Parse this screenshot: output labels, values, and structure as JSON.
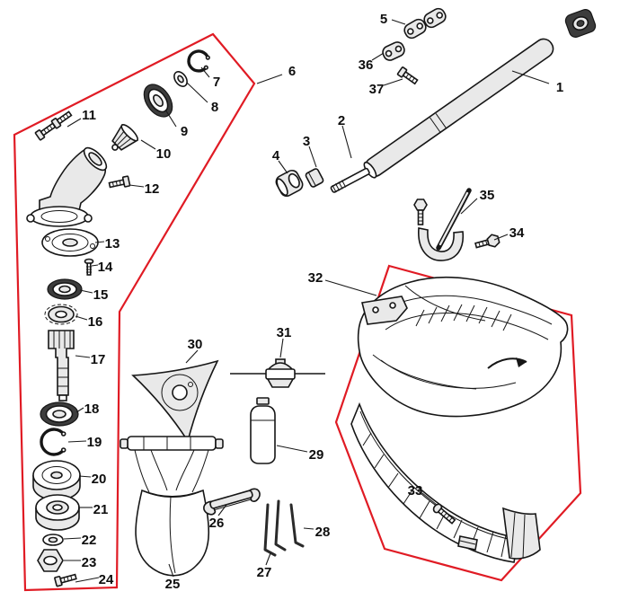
{
  "diagram": {
    "kind": "exploded-parts-diagram",
    "colors": {
      "group_outline_red": "#e01b24",
      "line_ink": "#161616",
      "fill_light": "#e9e9e9",
      "fill_dark": "#3c3c3c",
      "background": "#ffffff"
    }
  },
  "labels": {
    "p1": "1",
    "p2": "2",
    "p3": "3",
    "p4": "4",
    "p5": "5",
    "p6": "6",
    "p7": "7",
    "p8": "8",
    "p9": "9",
    "p10": "10",
    "p11": "11",
    "p12": "12",
    "p13": "13",
    "p14": "14",
    "p15": "15",
    "p16": "16",
    "p17": "17",
    "p18": "18",
    "p19": "19",
    "p20": "20",
    "p21": "21",
    "p22": "22",
    "p23": "23",
    "p24": "24",
    "p25": "25",
    "p26": "26",
    "p27": "27",
    "p28": "28",
    "p29": "29",
    "p30": "30",
    "p31": "31",
    "p32": "32",
    "p33": "33",
    "p34": "34",
    "p35": "35",
    "p36": "36",
    "p37": "37"
  }
}
